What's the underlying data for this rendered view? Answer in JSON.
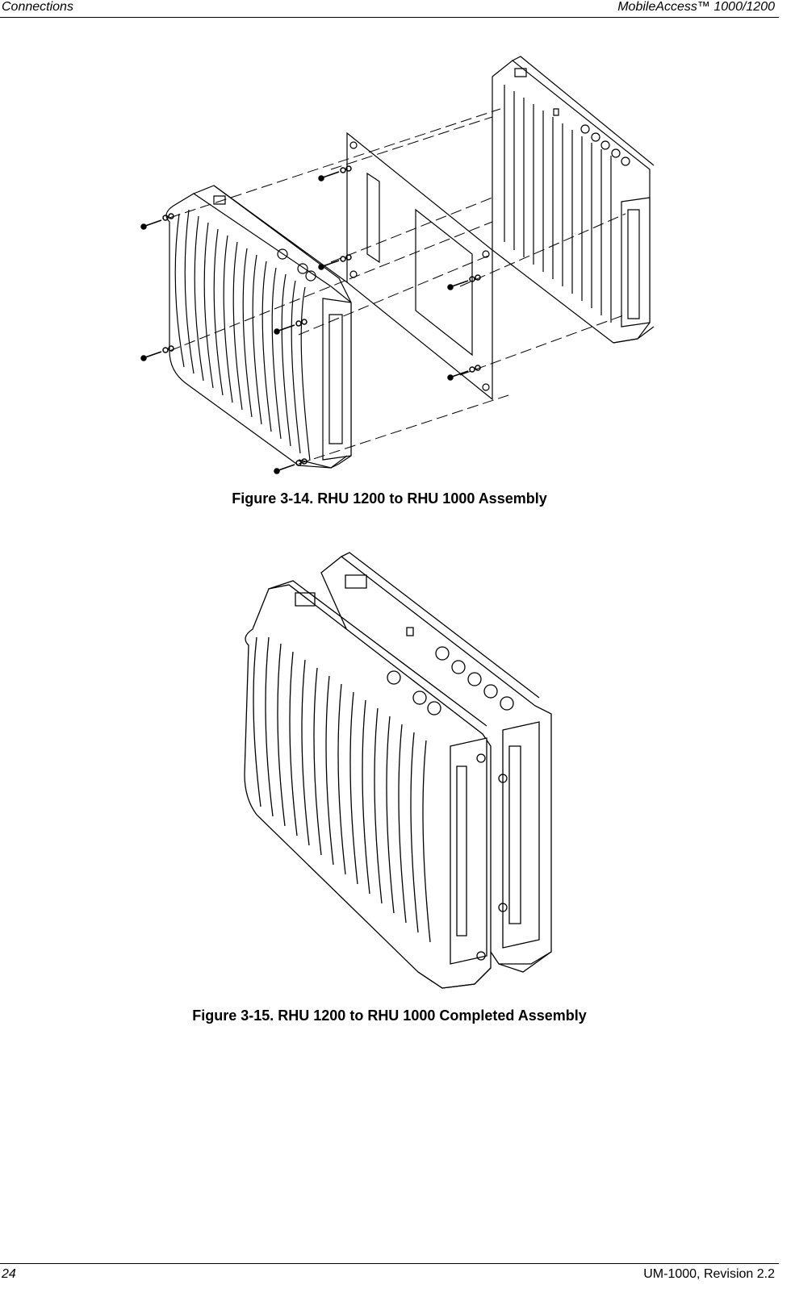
{
  "header": {
    "section": "Connections",
    "product": "MobileAccess™  1000/1200"
  },
  "figures": [
    {
      "caption": "Figure 3-14. RHU 1200 to RHU 1000 Assembly"
    },
    {
      "caption": "Figure 3-15. RHU 1200 to RHU 1000 Completed Assembly"
    }
  ],
  "footer": {
    "page_number": "24",
    "doc_id": "UM-1000, Revision 2.2"
  }
}
